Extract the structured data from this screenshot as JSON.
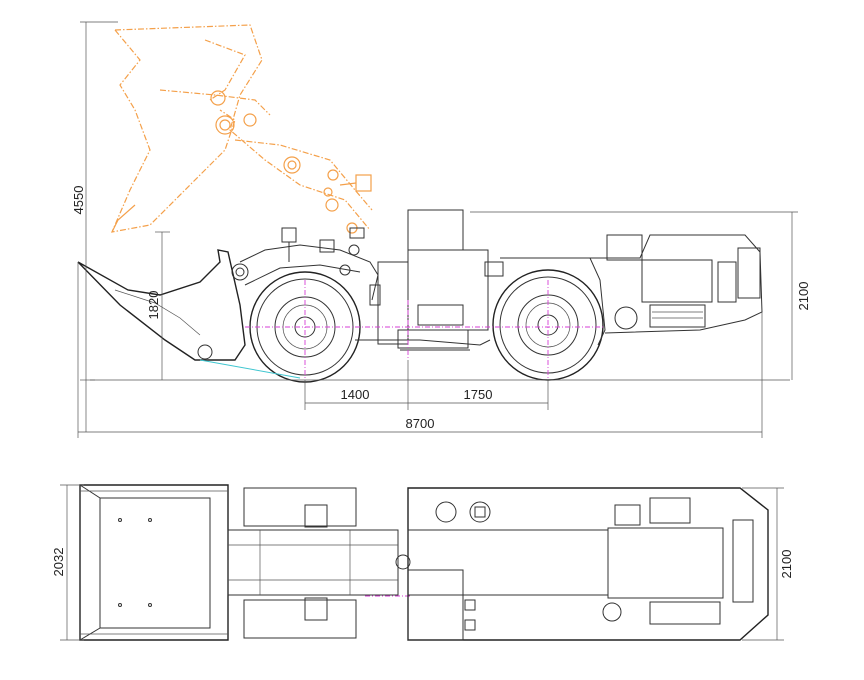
{
  "dimensions": {
    "total_height_raised": "4550",
    "bucket_height": "1820",
    "front_axle_to_pivot": "1400",
    "pivot_to_rear_axle": "1750",
    "overall_length": "8700",
    "machine_height": "2100",
    "bucket_width": "2032",
    "machine_width": "2100"
  },
  "colors": {
    "outline": "#333333",
    "raised_bucket": "#f4a04a",
    "center_line": "#d53fd5",
    "ground_clearance": "#3fc6d0"
  }
}
